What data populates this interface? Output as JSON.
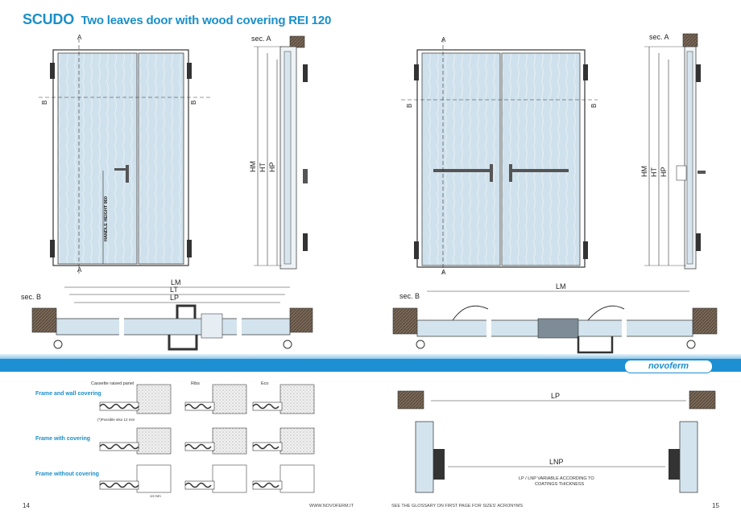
{
  "header": {
    "title_main": "SCUDO",
    "title_sub": "Two leaves door with wood covering REI 120"
  },
  "labels": {
    "sec_a": "sec. A",
    "sec_b": "sec. B",
    "a": "A",
    "b": "B",
    "hm": "HM",
    "ht": "HT",
    "hp": "HP",
    "lm": "LM",
    "lt": "LT",
    "lp": "LP",
    "lnp": "LNP",
    "handle_height": "HANDLE HEIGHT 960"
  },
  "band": {
    "logo": "novoferm"
  },
  "details": {
    "rows": [
      {
        "label": "Frame and wall covering"
      },
      {
        "label": "Frame with covering"
      },
      {
        "label": "Frame without covering"
      }
    ],
    "columns": [
      "Cassette raised panel",
      "Ribs",
      "Eco"
    ],
    "note_1": "(*)Possible also 12 mm",
    "note_2": "14 mm",
    "lp_note_line1": "LP / LNP VARIABLE ACCORDING TO",
    "lp_note_line2": "COATINGS THICKNESS"
  },
  "footer": {
    "page_left": "14",
    "page_right": "15",
    "website": "WWW.NOVOFERM.IT",
    "glossary": "SEE THE GLOSSARY ON FIRST PAGE FOR SIZES' ACRONYMS"
  },
  "colors": {
    "accent": "#1a8fc8",
    "band": "#1d8fd2",
    "door_fill": "#cfe1ec",
    "wall": "#6b5a4a"
  }
}
